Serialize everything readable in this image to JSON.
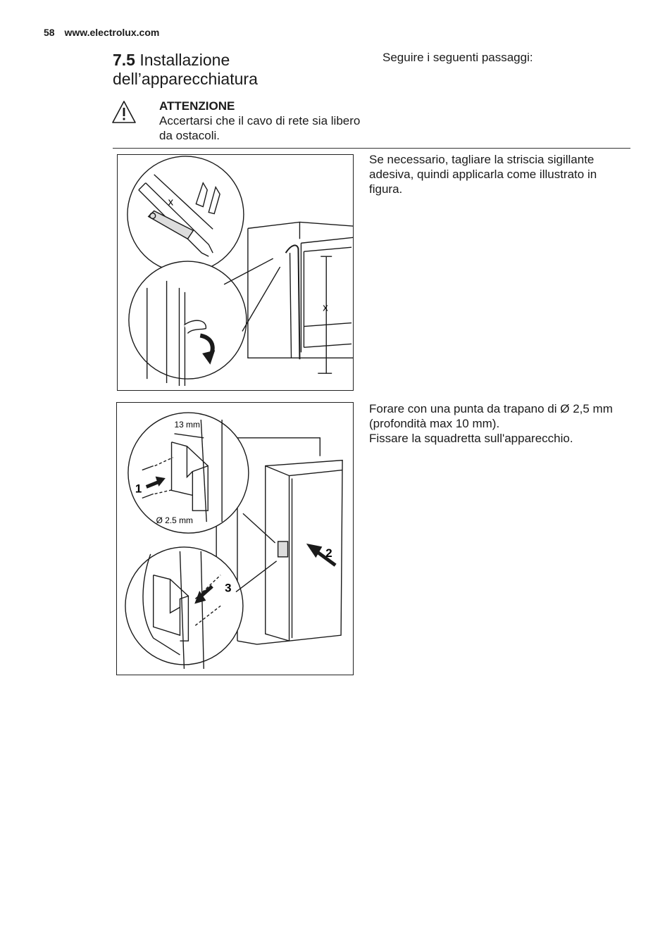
{
  "header": {
    "page_number": "58",
    "website": "www.electrolux.com"
  },
  "section": {
    "number": "7.5",
    "title": "Installazione dell’apparecchiatura"
  },
  "intro_text": "Seguire i seguenti passaggi:",
  "warning": {
    "icon": "warning-triangle-icon",
    "heading": "ATTENZIONE",
    "text": "Accertarsi che il cavo di rete sia libero da ostacoli."
  },
  "steps": [
    {
      "text": "Se necessario, tagliare la striscia sigillante adesiva, quindi applicarla come illustrato in figura.",
      "figure_labels": {
        "x_top": "x",
        "x_side": "x"
      }
    },
    {
      "lines": [
        "Forare con una punta da trapano di Ø 2,5 mm (profondità max 10 mm).",
        "Fissare la squadretta sull'apparecchio."
      ],
      "figure_labels": {
        "dim_13": "13 mm",
        "dim_25": "Ø 2.5 mm",
        "n1": "1",
        "n2": "2",
        "n3": "3"
      }
    }
  ]
}
